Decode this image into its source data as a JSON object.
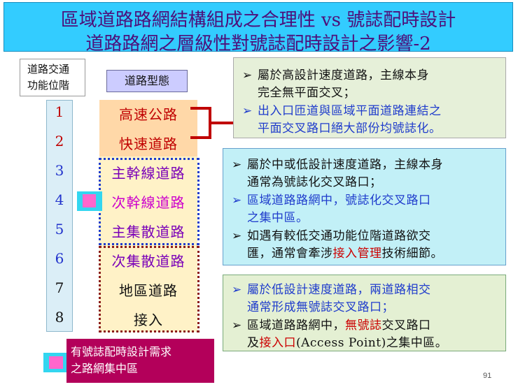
{
  "header": {
    "title_line1": "區域道路路網結構組成之合理性 vs 號誌配時設計",
    "title_line2": "道路路網之層級性對號誌配時設計之影響-2"
  },
  "labels": {
    "level_line1": "道路交通",
    "level_line2": "功能位階",
    "road_type": "道路型態"
  },
  "levels": [
    "1",
    "2",
    "3",
    "4",
    "5",
    "6",
    "7",
    "8"
  ],
  "road_types": [
    "高速公路",
    "快速道路",
    "主幹線道路",
    "次幹線道路",
    "主集散道路",
    "次集散道路",
    "地區道路",
    "接入"
  ],
  "box1": {
    "b1_l1": "屬於高設計速度道路，主線本身",
    "b1_l2": "完全無平面交叉；",
    "b2_l1": "出入口匝道與區域平面道路連結之",
    "b2_l2": "平面交叉路口絕大部份均號誌化。"
  },
  "box2": {
    "b1_l1": "屬於中或低設計速度道路，主線本身",
    "b1_l2": "通常為號誌化交叉路口；",
    "b2_l1": "區域道路路網中，號誌化交叉路口",
    "b2_l2": "之集中區。",
    "b3_l1": "如遇有較低交通功能位階道路欲交",
    "b3_l2_a": "匯，通常會牽涉",
    "b3_l2_red": "接入管理",
    "b3_l2_b": "技術細節。"
  },
  "box3": {
    "b1_l1": "屬於低設計速度道路，兩道路相交",
    "b1_l2": "通常形成無號誌交叉路口；",
    "b2_l1_a": "區域道路路網中，",
    "b2_l1_red": "無號誌",
    "b2_l1_b": "交叉路口",
    "b2_l2_a": "及",
    "b2_l2_red": "接入口",
    "b2_l2_b": "(Access Point)之集中區。"
  },
  "legend": {
    "line1": "有號誌配時設計需求",
    "line2": "之路網集中區"
  },
  "page_number": "91",
  "colors": {
    "title_bg": "#33ccff",
    "title_text": "#4d0f7a",
    "accent_red": "#c00000",
    "accent_blue": "#1f3ccc",
    "legend_bg": "#b3005a",
    "marker_pink": "#ff66cc",
    "marker_cyan": "#33d6f0"
  },
  "icons": {
    "arrow_bullet": "arrow-bullet-icon",
    "bracket": "bracket-connector"
  }
}
